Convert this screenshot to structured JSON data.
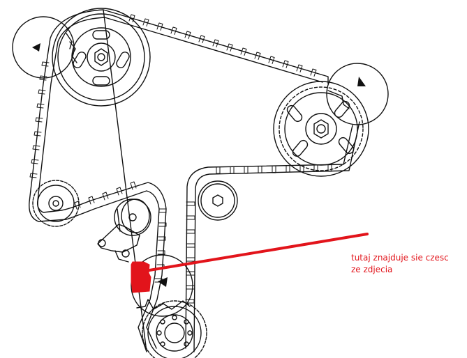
{
  "annotation": {
    "lines": [
      "tutaj znajduje sie czesc",
      "ze zdjecia"
    ],
    "color": "#e2141b"
  },
  "drawing": {
    "ink_color": "#111111",
    "marker_color": "#e2141b",
    "components": [
      "camshaft-pulley-left",
      "camshaft-pulley-right",
      "crankshaft-pulley",
      "tensioner-pulley",
      "idler-pulley-left",
      "idler-pulley-right",
      "timing-belt",
      "tensioner-bracket"
    ]
  }
}
